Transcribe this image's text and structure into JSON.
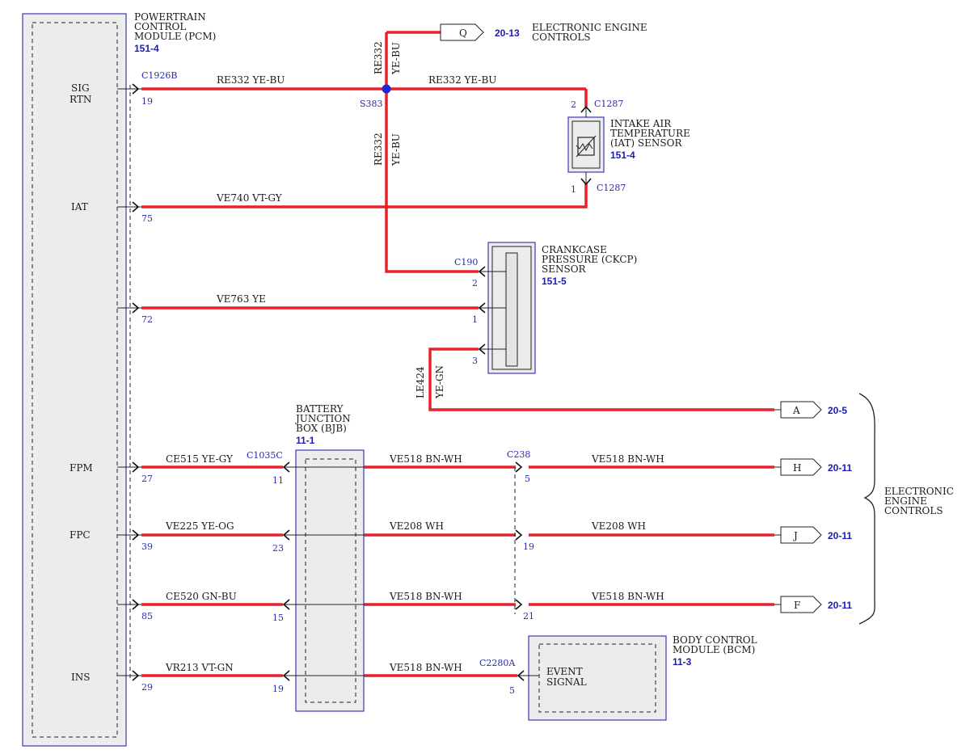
{
  "pcm": {
    "title_lines": [
      "POWERTRAIN",
      "CONTROL",
      "MODULE (PCM)"
    ],
    "ref": "151-4",
    "pins": {
      "sig_rtn": [
        "SIG",
        "RTN"
      ],
      "iat": "IAT",
      "fpm": "FPM",
      "fpc": "FPC",
      "ins": "INS"
    }
  },
  "connectors": {
    "c1926b": "C1926B",
    "s383": "S383",
    "c1287_top": "C1287",
    "c1287_bottom": "C1287",
    "c190": "C190",
    "c1035c": "C1035C",
    "c238": "C238",
    "c2280a": "C2280A"
  },
  "pin_numbers": {
    "p19": "19",
    "p75": "75",
    "p72": "72",
    "p27": "27",
    "p39": "39",
    "p85": "85",
    "p29": "29",
    "iat_2": "2",
    "iat_1": "1",
    "ckcp_2": "2",
    "ckcp_1": "1",
    "ckcp_3": "3",
    "bjb_11": "11",
    "bjb_23": "23",
    "bjb_15": "15",
    "bjb_19": "19",
    "c238_5": "5",
    "c238_19": "19",
    "c238_21": "21",
    "bcm_5": "5"
  },
  "wires": {
    "sig_left": "RE332   YE-BU",
    "sig_right": "RE332   YE-BU",
    "vert_top_circuit": "RE332",
    "vert_top_color": "YE-BU",
    "vert_mid_circuit": "RE332",
    "vert_mid_color": "YE-BU",
    "iat": "VE740   VT-GY",
    "ckcp1": "VE763   YE",
    "le424_circuit": "LE424",
    "le424_color": "YE-GN",
    "fpm_left": "CE515   YE-GY",
    "fpm_mid": "VE518   BN-WH",
    "fpm_right": "VE518   BN-WH",
    "fpc_left": "VE225   YE-OG",
    "fpc_mid": "VE208   WH",
    "fpc_right": "VE208   WH",
    "r85_left": "CE520   GN-BU",
    "r85_mid": "VE518   BN-WH",
    "r85_right": "VE518   BN-WH",
    "ins_left": "VR213   VT-GN",
    "ins_mid": "VE518   BN-WH"
  },
  "components": {
    "iat_sensor": {
      "lines": [
        "INTAKE AIR",
        "TEMPERATURE",
        "(IAT) SENSOR"
      ],
      "ref": "151-4"
    },
    "ckcp_sensor": {
      "lines": [
        "CRANKCASE",
        "PRESSURE (CKCP)",
        "SENSOR"
      ],
      "ref": "151-5"
    },
    "bjb": {
      "lines": [
        "BATTERY",
        "JUNCTION",
        "BOX (BJB)"
      ],
      "ref": "11-1"
    },
    "bcm": {
      "lines": [
        "BODY CONTROL",
        "MODULE (BCM)"
      ],
      "ref": "11-3",
      "inner": [
        "EVENT",
        "SIGNAL"
      ]
    }
  },
  "offpage": {
    "q": {
      "letter": "Q",
      "ref": "20-13",
      "desc": [
        "ELECTRONIC ENGINE",
        "CONTROLS"
      ]
    },
    "a": {
      "letter": "A",
      "ref": "20-5"
    },
    "h": {
      "letter": "H",
      "ref": "20-11"
    },
    "j": {
      "letter": "J",
      "ref": "20-11"
    },
    "f": {
      "letter": "F",
      "ref": "20-11"
    },
    "group_desc": [
      "ELECTRONIC",
      "ENGINE",
      "CONTROLS"
    ]
  },
  "colors": {
    "wire": "#e8202a",
    "module_border": "#3a3ab8",
    "module_fill": "#ececec",
    "ref_text": "#1a1ab8"
  }
}
